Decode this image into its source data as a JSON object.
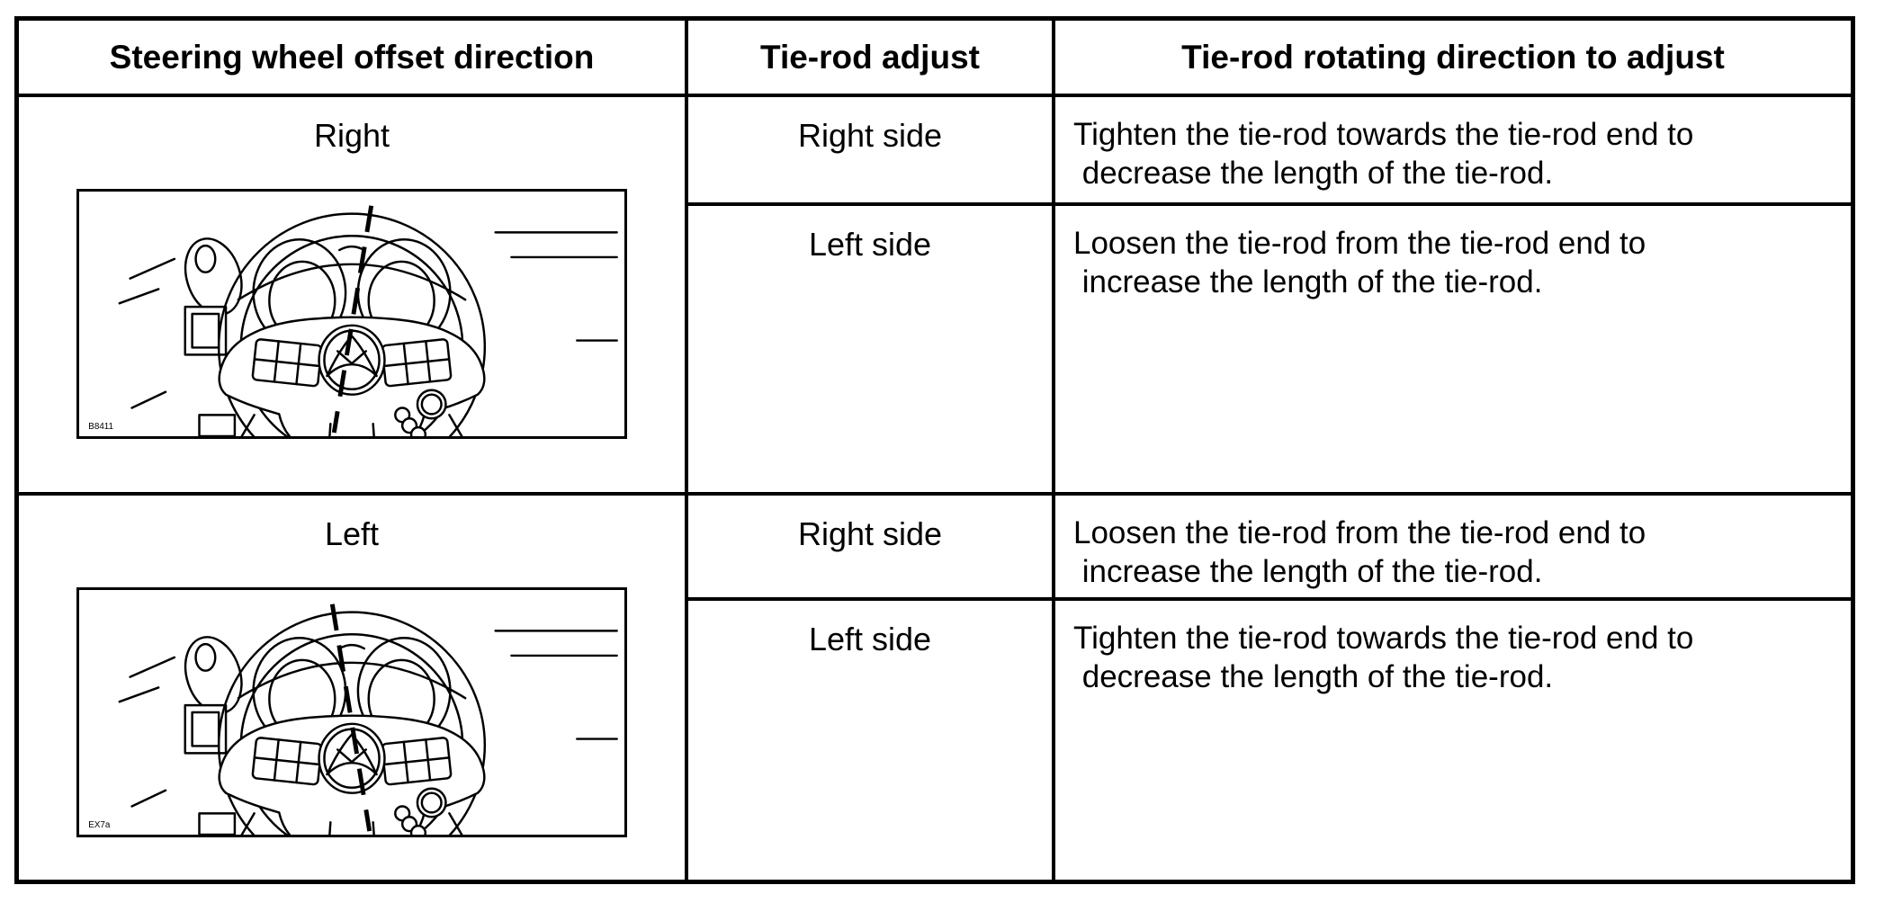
{
  "table": {
    "headers": [
      "Steering wheel offset direction",
      "Tie-rod adjust",
      "Tie-rod rotating direction to adjust"
    ],
    "groups": [
      {
        "offset_direction": "Right",
        "figure_code": "B8411",
        "rows": [
          {
            "side": "Right side",
            "instruction": "Tighten the tie-rod towards the tie-rod end to\n decrease the length of the tie-rod."
          },
          {
            "side": "Left side",
            "instruction": "Loosen the tie-rod from the tie-rod end to\n increase the length of the tie-rod."
          }
        ]
      },
      {
        "offset_direction": "Left",
        "figure_code": "EX7a",
        "rows": [
          {
            "side": "Right side",
            "instruction": "Loosen the tie-rod from the tie-rod end to\n increase the length of the tie-rod."
          },
          {
            "side": "Left side",
            "instruction": "Tighten the tie-rod towards the tie-rod end to\n decrease the length of the tie-rod."
          }
        ]
      }
    ],
    "colors": {
      "line": "#000000",
      "background": "#ffffff"
    }
  }
}
